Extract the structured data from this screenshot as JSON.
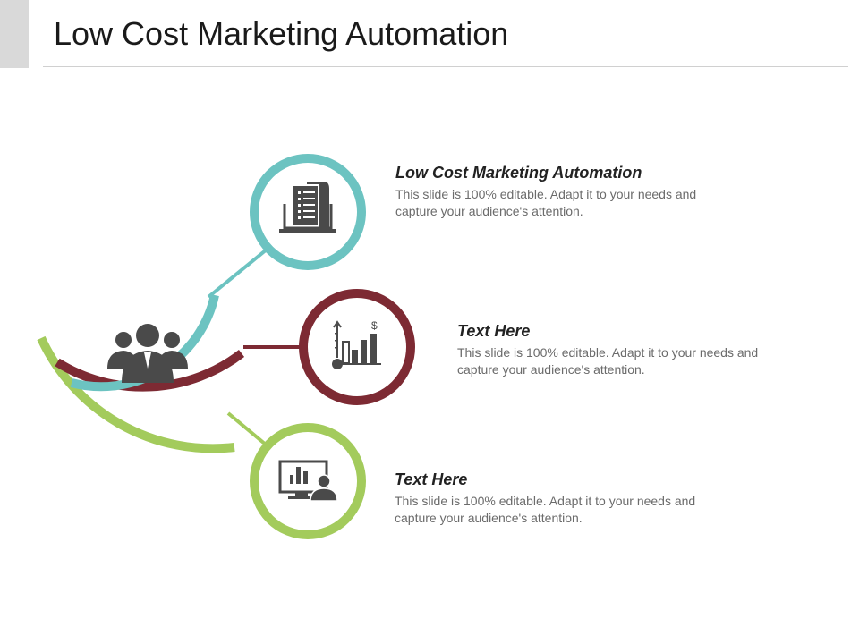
{
  "slide": {
    "title": "Low Cost Marketing Automation"
  },
  "items": [
    {
      "heading": "Low Cost Marketing Automation",
      "body": "This slide is 100% editable. Adapt it to your needs and capture your audience's attention.",
      "color": "#6cc3c1",
      "icon": "document-laptop-icon"
    },
    {
      "heading": "Text Here",
      "body": "This slide is 100% editable. Adapt it to your needs and capture your audience's attention.",
      "color": "#7d2a33",
      "icon": "growth-chart-icon"
    },
    {
      "heading": "Text Here",
      "body": "This slide is 100% editable. Adapt it to your needs and capture your audience's attention.",
      "color": "#a3cb5c",
      "icon": "presentation-monitor-icon"
    }
  ],
  "hub": {
    "icon": "team-icon",
    "icon_color": "#4a4a4a"
  }
}
